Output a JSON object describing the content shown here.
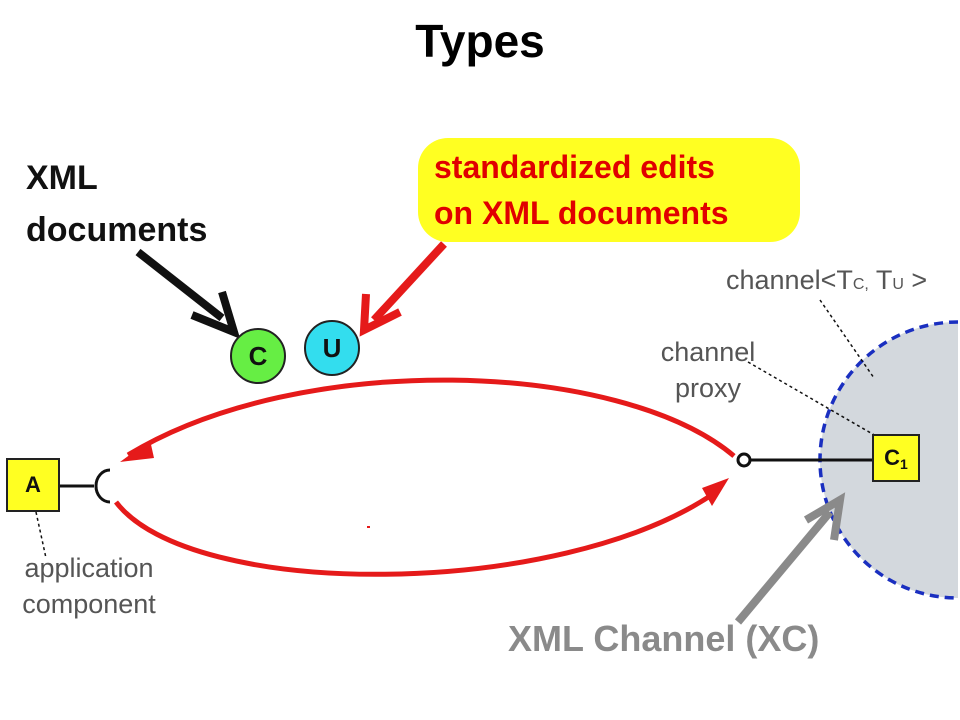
{
  "title": "Types",
  "xml_documents": {
    "line1": "XML",
    "line2": "documents"
  },
  "edits_callout": {
    "line1": "standardized edits",
    "line2": "on XML documents"
  },
  "channel_type": {
    "prefix": "channel<T",
    "c_sub": "C,",
    "mid": " T",
    "u_sub": "U",
    "suffix": " >"
  },
  "channel_proxy": {
    "line1": "channel",
    "line2": "proxy"
  },
  "app_component": {
    "line1": "application",
    "line2": "component"
  },
  "xml_channel_label": "XML Channel (XC)",
  "nodes": {
    "c": "C",
    "u": "U",
    "a": "A",
    "c1": {
      "main": "C",
      "sub": "1"
    }
  },
  "colors": {
    "flow_red": "#e51a1a",
    "callout_yellow": "#ffff22",
    "node_green": "#66ee44",
    "node_cyan": "#33ddee",
    "channel_fill": "#d3d8dd",
    "channel_border": "#1a2fc0",
    "pointer_gray": "#8a8a8a"
  },
  "icons": [
    "black-arrow-icon",
    "red-arrow-icon",
    "gray-arrow-icon",
    "socket-icon",
    "port-circle-icon"
  ]
}
